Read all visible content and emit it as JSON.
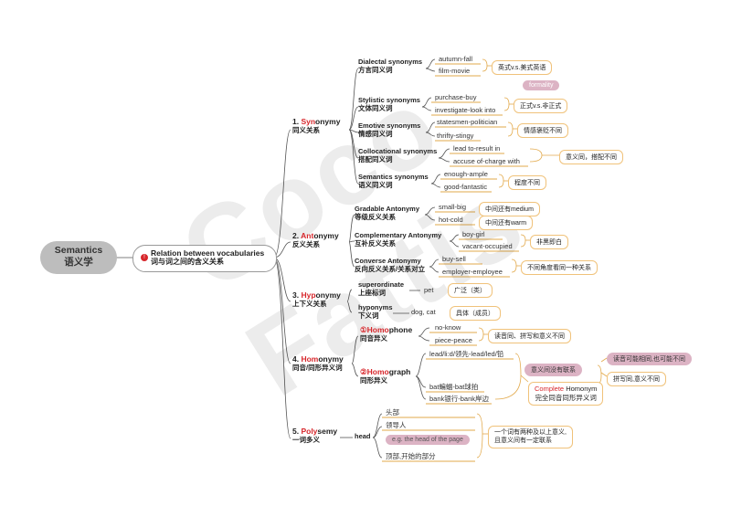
{
  "root": {
    "en": "Semantics",
    "zh": "语义学"
  },
  "main": {
    "badge": "!",
    "en": "Relation between vocabularies",
    "zh": "词与词之间的含义关系"
  },
  "watermark": "Coco Fattis",
  "syn": {
    "num": "1. ",
    "hl": "Syn",
    "rest": "onymy",
    "zh": "同义关系",
    "dialectal": {
      "en": "Dialectal synonyms",
      "zh": "方言同义词",
      "l1": "autumn-fall",
      "l2": "film-movie",
      "c": "英式v.s.美式英语"
    },
    "stylistic": {
      "en": "Stylistic synonyms",
      "zh": "文体同义词",
      "l1": "purchase-buy",
      "l2": "investigate-look into",
      "tag": "formality",
      "c": "正式v.s.非正式"
    },
    "emotive": {
      "en": "Emotive synonyms",
      "zh": "情感同义词",
      "l1": "statesmen-politician",
      "l2": "thrifty-stingy",
      "c": "情感褒贬不同"
    },
    "collocational": {
      "en": "Collocational synonyms",
      "zh": "搭配同义词",
      "l1": "lead to-result in",
      "l2": "accuse of-charge with",
      "c": "意义同，搭配不同"
    },
    "semantics": {
      "en": "Semantics synonyms",
      "zh": "语义同义词",
      "l1": "enough-ample",
      "l2": "good-fantastic",
      "c": "程度不同"
    }
  },
  "ant": {
    "num": "2. ",
    "hl": "Ant",
    "rest": "onymy",
    "zh": "反义关系",
    "gradable": {
      "en": "Gradable Antonymy",
      "zh": "等级反义关系",
      "l1": "small-big",
      "c1": "中间还有medium",
      "l2": "hot-cold",
      "c2": "中间还有warm"
    },
    "complementary": {
      "en": "Complementary Antonymy",
      "zh": "互补反义关系",
      "l1": "boy-girl",
      "l2": "vacant-occupied",
      "c": "非黑即白"
    },
    "converse": {
      "en": "Converse Antonymy",
      "zh": "反向反义关系/关系对立",
      "l1": "buy-sell",
      "l2": "employer-employee",
      "c": "不同角度看同一种关系"
    }
  },
  "hyp": {
    "num": "3. ",
    "hl": "Hyp",
    "rest": "onymy",
    "zh": "上下义关系",
    "super": {
      "en": "superordinate",
      "zh": "上座标词",
      "l1": "pet",
      "c": "广泛（类）"
    },
    "hypo": {
      "en": "hyponyms",
      "zh": "下义词",
      "l1": "dog, cat",
      "c": "具体（成员）"
    }
  },
  "hom": {
    "num": "4. ",
    "hl": "Hom",
    "rest": "onymy",
    "zh": "同音/同形异义词",
    "phone": {
      "pre": "①",
      "hl": "Homo",
      "rest": "phone",
      "zh": "同音异义",
      "l1": "no-know",
      "l2": "piece-peace",
      "c": "读音同、拼写和意义不同"
    },
    "graph": {
      "pre": "②",
      "hl": "Homo",
      "rest": "graph",
      "zh": "同形异义",
      "l1": "lead/li:d/领先-lead/led/铅",
      "l2": "bat蝙蝠-bat球拍",
      "l3": "bank银行-bank岸边",
      "pink1": "意义间没有联系",
      "complete_hl": "Complete",
      "complete_rest": " Homonym",
      "complete_zh": "完全同音同形异义词",
      "pink2": "读音可能相同,也可能不同",
      "c2": "拼写同,意义不同"
    }
  },
  "poly": {
    "num": "5. ",
    "hl": "Poly",
    "rest": "semy",
    "zh": "一词多义",
    "head": "head",
    "l1": "头部",
    "l2": "领导人",
    "eg": "e.g. the head of the page",
    "l3": "顶部,开始的部分",
    "c": "一个词有两种及以上意义,\n且意义间有一定联系"
  }
}
